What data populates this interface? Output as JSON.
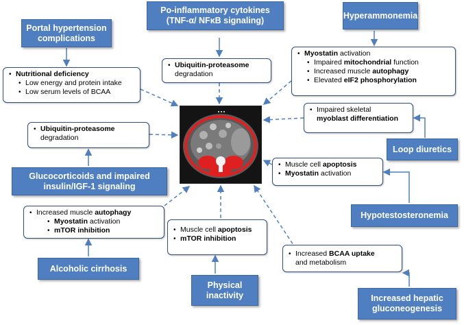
{
  "causes": {
    "proinflammatory": {
      "line1": "Po-inflammatory cytokines",
      "line2": "(TNF-α/ NFκB signaling)"
    },
    "hyperammonemia": {
      "line1": "Hyperammonemia"
    },
    "portal": {
      "line1": "Portal hypertension",
      "line2": "complications"
    },
    "glucocorticoids": {
      "line1": "Glucocorticoids and impaired",
      "line2": "insulin/IGF-1 signaling"
    },
    "loop": {
      "line1": "Loop diuretics"
    },
    "hypotestosteronemia": {
      "line1": "Hypotestosteronemia"
    },
    "alcoholic": {
      "line1": "Alcoholic cirrhosis"
    },
    "physical": {
      "line1": "Physical",
      "line2": "inactivity"
    },
    "gluconeogenesis": {
      "line1": "Increased hepatic",
      "line2": "gluconeogenesis"
    }
  },
  "effects": {
    "nutritional": {
      "title": "Nutritional deficiency",
      "sub1": "Low energy and protein intake",
      "sub2": "Low serum levels of BCAA"
    },
    "ups_top": {
      "bold": "Ubiquitin-proteasome",
      "rest": "degradation"
    },
    "myostatin": {
      "bold": "Myostatin",
      "rest": " activation",
      "s1_plain": "Impaired ",
      "s1_bold": "mitochondrial",
      "s1_rest": " function",
      "s2_plain": "Increased muscle ",
      "s2_bold": "autophagy",
      "s3_plain": "Elevated ",
      "s3_bold": "eIF2 phosphorylation"
    },
    "myoblast": {
      "line1": "Impaired skeletal",
      "bold": "myoblast differentiation"
    },
    "ups_left": {
      "bold": "Ubiquitin-proteasome",
      "rest": "degradation"
    },
    "apoptosis_right": {
      "plain": "Muscle cell ",
      "bold": "apoptosis",
      "bold2": "Myostatin",
      "rest2": " activation"
    },
    "autophagy": {
      "plain": "Increased muscle ",
      "bold": "autophagy",
      "bold2": "Myostatin",
      "rest2": " activation",
      "bold3": "mTOR inhibition"
    },
    "apoptosis_center": {
      "plain": "Muscle cell ",
      "bold": "apoptosis",
      "bold2": "mTOR inhibition"
    },
    "bcaa": {
      "plain": "Increased ",
      "bold": "BCAA uptake",
      "rest": "and metabolism"
    }
  },
  "colors": {
    "cause_fill": "#4f7fc0",
    "box_border": "#2e4f7f",
    "arrow": "#4f7fc0",
    "muscle": "#e02020"
  }
}
